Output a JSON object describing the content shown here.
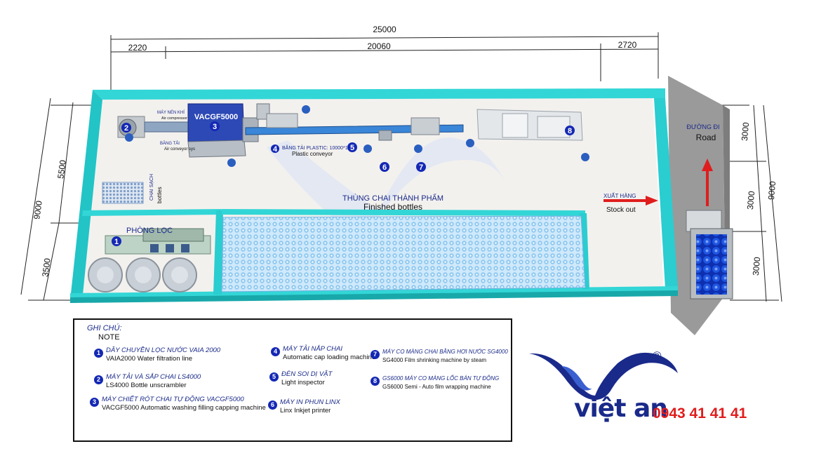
{
  "dimensions": {
    "total_width": "25000",
    "seg_left": "2220",
    "seg_mid": "20060",
    "seg_right": "2720",
    "left_total": "9000",
    "left_top": "5500",
    "left_bottom": "3500",
    "right_total": "9000",
    "right_1": "3000",
    "right_2": "3000",
    "right_3": "3000"
  },
  "labels": {
    "machine_name": "VACGF5000",
    "compressor_vi": "MÁY NÉN KHÍ",
    "compressor_en": "Air compressor",
    "air_conveyor_vi": "BĂNG TẢI",
    "air_conveyor_en": "Air conveyor sys",
    "plastic_conveyor_vi": "BĂNG TẢI PLASTIC: 10000*160",
    "plastic_conveyor_en": "Plastic conveyor",
    "clean_bottles_vi": "CHAI SẠCH",
    "clean_bottles_en": "bottles",
    "filter_room": "PHÒNG LỌC",
    "finished_vi": "THÙNG CHAI THÀNH PHẨM",
    "finished_en": "Finished bottles",
    "stock_vi": "XUẤT HÀNG",
    "stock_en": "Stock out",
    "road_vi": "ĐƯỜNG ĐI",
    "road_en": "Road"
  },
  "markers": [
    "1",
    "2",
    "3",
    "4",
    "5",
    "6",
    "7",
    "8"
  ],
  "note": {
    "title": "GHI CHÚ:",
    "subtitle": "NOTE",
    "items": [
      {
        "num": "1",
        "vi": "DÂY CHUYỀN LỌC NƯỚC VAIA 2000",
        "en": "VAIA2000 Water filtration line"
      },
      {
        "num": "2",
        "vi": "MÁY TẢI VÀ SẮP CHAI LS4000",
        "en": "LS4000 Bottle unscrambler"
      },
      {
        "num": "3",
        "vi": "MÁY CHIẾT RÓT CHAI TỰ ĐỘNG VACGF5000",
        "en": "VACGF5000 Automatic washing filling capping machine"
      },
      {
        "num": "4",
        "vi": "MÁY TẢI NẮP CHAI",
        "en": "Automatic cap loading machine"
      },
      {
        "num": "5",
        "vi": "ĐÈN SOI DỊ VẬT",
        "en": "Light inspector"
      },
      {
        "num": "6",
        "vi": "MÁY IN PHUN LINX",
        "en": "Linx Inkjet printer"
      },
      {
        "num": "7",
        "vi": "MÁY CO MÀNG CHAI BẰNG HƠI NƯỚC SG4000",
        "en": "SG4000 Film shrinking machine by steam"
      },
      {
        "num": "8",
        "vi": "GS6000 MÁY CO MÀNG LỐC BÁN TỰ ĐỘNG",
        "en": "GS6000 Semi - Auto film wrapping machine"
      }
    ]
  },
  "brand": {
    "name": "việt an",
    "phone": "0943 41 41 41",
    "reg": "®"
  },
  "colors": {
    "wall": "#33d6d6",
    "wall_dark": "#18a8aa",
    "floor": "#f3f1ee",
    "bottle_grid": "#9fd0f0",
    "road": "#9a9a9a",
    "arrow": "#e01d1d",
    "brand_blue": "#1a2a8a"
  }
}
